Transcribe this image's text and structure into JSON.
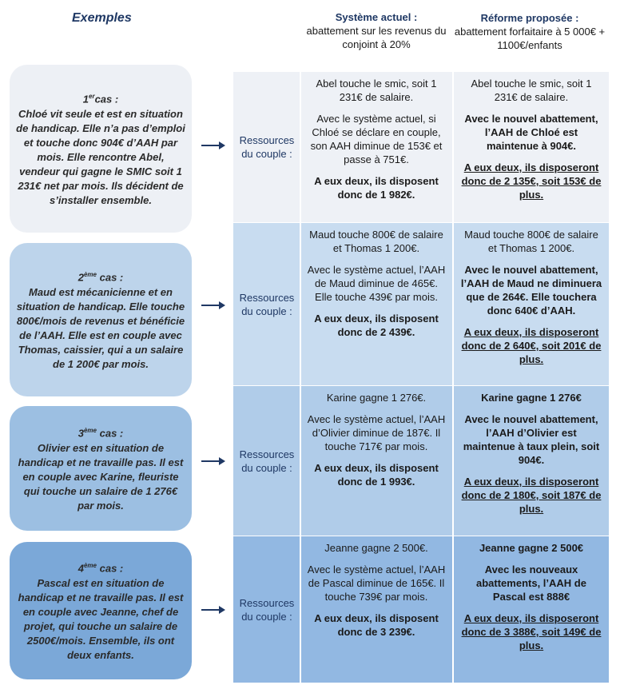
{
  "header": {
    "examples": "Exemples",
    "actuel_title": "Système actuel :",
    "actuel_sub": "abattement sur les revenus du conjoint à 20%",
    "reforme_title": "Réforme proposée :",
    "reforme_sub": "abattement forfaitaire à 5 000€ + 1100€/enfants"
  },
  "row_label": "Ressources du couple :",
  "colors": {
    "title": "#1f3864",
    "case1": "#edf0f5",
    "case2": "#bdd4eb",
    "case3": "#9cbfe2",
    "case4": "#7ba8d8",
    "band1": "#eef1f6",
    "band2": "#c8dcf0",
    "band3": "#b0cce9",
    "band4": "#92b8e2"
  },
  "cases": [
    {
      "num_main": "1",
      "num_sup": "er",
      "num_suffix": "cas :",
      "text": "Chloé vit seule et est en situation de handicap. Elle n’a pas d’emploi et touche donc 904€ d’AAH par mois. Elle rencontre Abel, vendeur qui gagne le SMIC soit 1 231€ net par mois. Ils décident de s’installer ensemble.",
      "actuel": [
        "Abel touche le smic, soit 1 231€ de salaire.",
        "Avec le système actuel, si Chloé se déclare en couple, son AAH diminue de 153€ et passe à 751€.",
        "A eux deux, ils disposent donc de 1 982€."
      ],
      "reforme": [
        "Abel touche le smic, soit 1 231€ de salaire.",
        "Avec le nouvel abattement, l’AAH de Chloé est maintenue à 904€.",
        "A eux deux, ils disposeront donc de 2 135€, soit 153€ de plus."
      ]
    },
    {
      "num_main": "2",
      "num_sup": "ème",
      "num_suffix": " cas :",
      "text": "Maud est mécanicienne et en situation de handicap. Elle touche 800€/mois de revenus et bénéficie de l’AAH. Elle est en couple avec Thomas, caissier, qui a un salaire de 1 200€ par mois.",
      "actuel": [
        "Maud touche 800€ de salaire et Thomas 1 200€.",
        "Avec le système actuel, l’AAH de Maud diminue de 465€. Elle touche 439€ par mois.",
        "A eux deux, ils disposent donc de 2 439€."
      ],
      "reforme": [
        "Maud touche 800€ de salaire et Thomas 1 200€.",
        "Avec le nouvel abattement, l’AAH de Maud ne diminuera que de 264€. Elle touchera donc 640€ d’AAH.",
        "A eux deux, ils disposeront donc de 2 640€, soit 201€ de plus."
      ]
    },
    {
      "num_main": "3",
      "num_sup": "ème",
      "num_suffix": " cas :",
      "text": "Olivier est en situation de handicap et ne travaille pas. Il est en couple avec Karine, fleuriste qui touche un salaire de 1 276€ par mois.",
      "actuel": [
        "Karine gagne 1 276€.",
        "Avec le système actuel, l’AAH d’Olivier diminue de 187€. Il touche 717€ par mois.",
        "A eux deux, ils disposent donc de 1 993€."
      ],
      "reforme": [
        "Karine gagne 1 276€",
        "Avec le nouvel abattement, l’AAH d’Olivier est maintenue à taux plein, soit 904€.",
        "A eux deux, ils disposeront donc de 2 180€, soit 187€ de plus."
      ]
    },
    {
      "num_main": "4",
      "num_sup": "ème",
      "num_suffix": " cas :",
      "text": "Pascal est en situation de handicap et ne travaille pas. Il est en couple avec Jeanne, chef de projet, qui touche un salaire de 2500€/mois. Ensemble, ils ont deux enfants.",
      "actuel": [
        "Jeanne gagne 2 500€.",
        "Avec le système actuel, l’AAH de Pascal diminue de 165€. Il touche 739€ par mois.",
        "A eux deux, ils disposent donc de 3 239€."
      ],
      "reforme": [
        "Jeanne gagne 2 500€",
        "Avec les nouveaux abattements, l’AAH de Pascal est 888€",
        "A eux deux, ils disposeront donc de 3 388€, soit 149€ de plus."
      ]
    }
  ]
}
